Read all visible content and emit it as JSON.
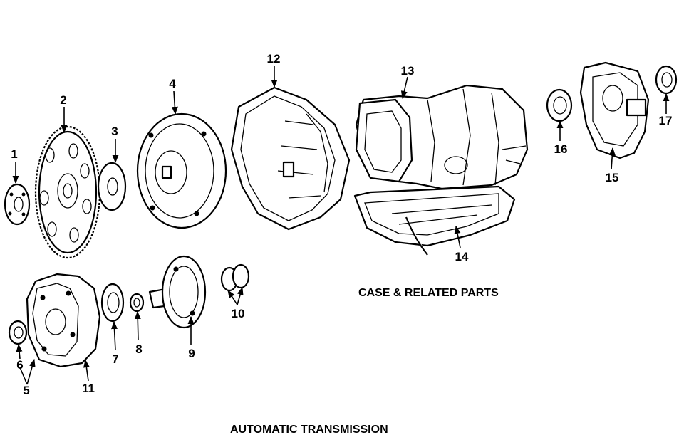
{
  "caption_section": "CASE & RELATED PARTS",
  "caption_main": "AUTOMATIC TRANSMISSION",
  "callouts": {
    "c1": "1",
    "c2": "2",
    "c3": "3",
    "c4": "4",
    "c5": "5",
    "c6": "6",
    "c7": "7",
    "c8": "8",
    "c9": "9",
    "c10": "10",
    "c11": "11",
    "c12": "12",
    "c13": "13",
    "c14": "14",
    "c15": "15",
    "c16": "16",
    "c17": "17"
  }
}
